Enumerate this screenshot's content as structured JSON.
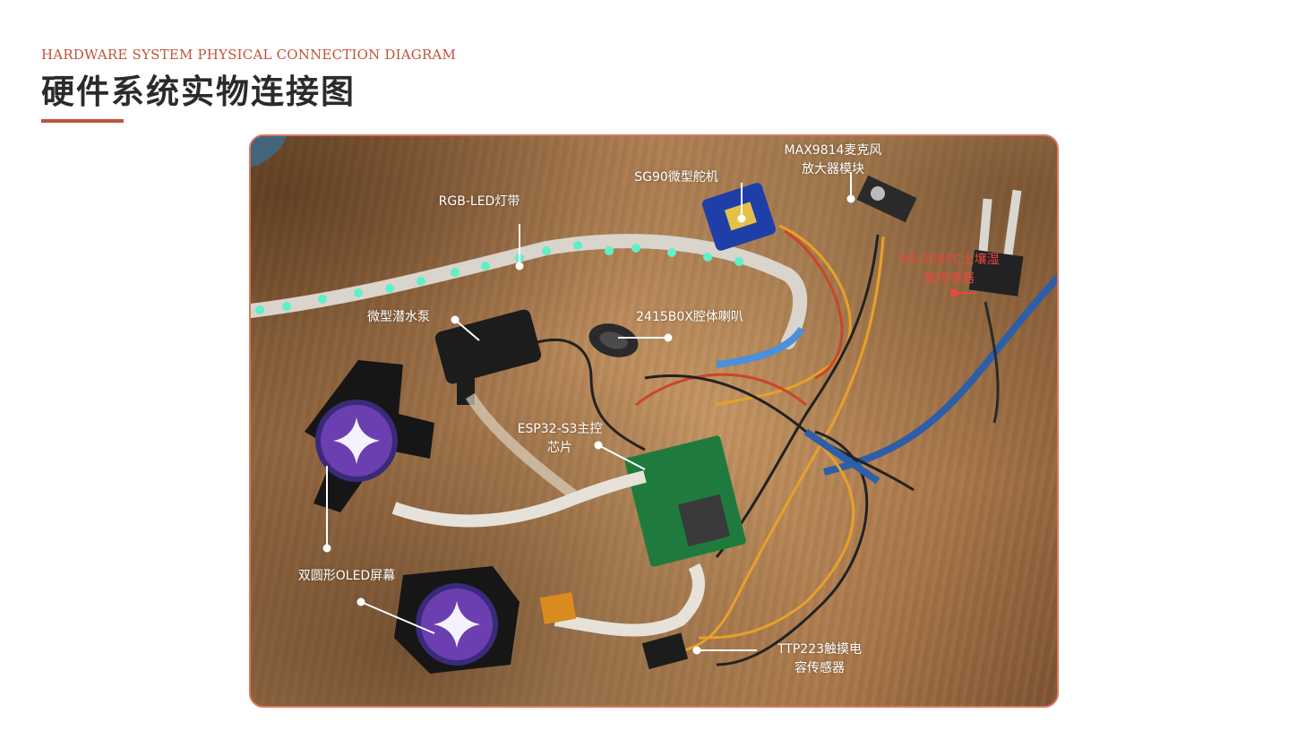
{
  "header": {
    "subtitle_en": "HARDWARE SYSTEM PHYSICAL CONNECTION DIAGRAM",
    "title_cn": "硬件系统实物连接图",
    "accent_color": "#c0533c"
  },
  "photo": {
    "labels": {
      "mic_line1": "MAX9814麦克风",
      "mic_line2": "放大器模块",
      "servo": "SG90微型舵机",
      "led": "RGB-LED灯带",
      "soil_line1": "HS-S09PC土壤湿",
      "soil_line2": "度传感器",
      "pump": "微型潜水泵",
      "speaker": "2415B0X腔体喇叭",
      "esp_line1": "ESP32-S3主控",
      "esp_line2": "芯片",
      "oled": "双圆形OLED屏幕",
      "touch_line1": "TTP223触摸电",
      "touch_line2": "容传感器"
    },
    "label_color": "#ffffff",
    "highlight_color": "#e8473f"
  }
}
